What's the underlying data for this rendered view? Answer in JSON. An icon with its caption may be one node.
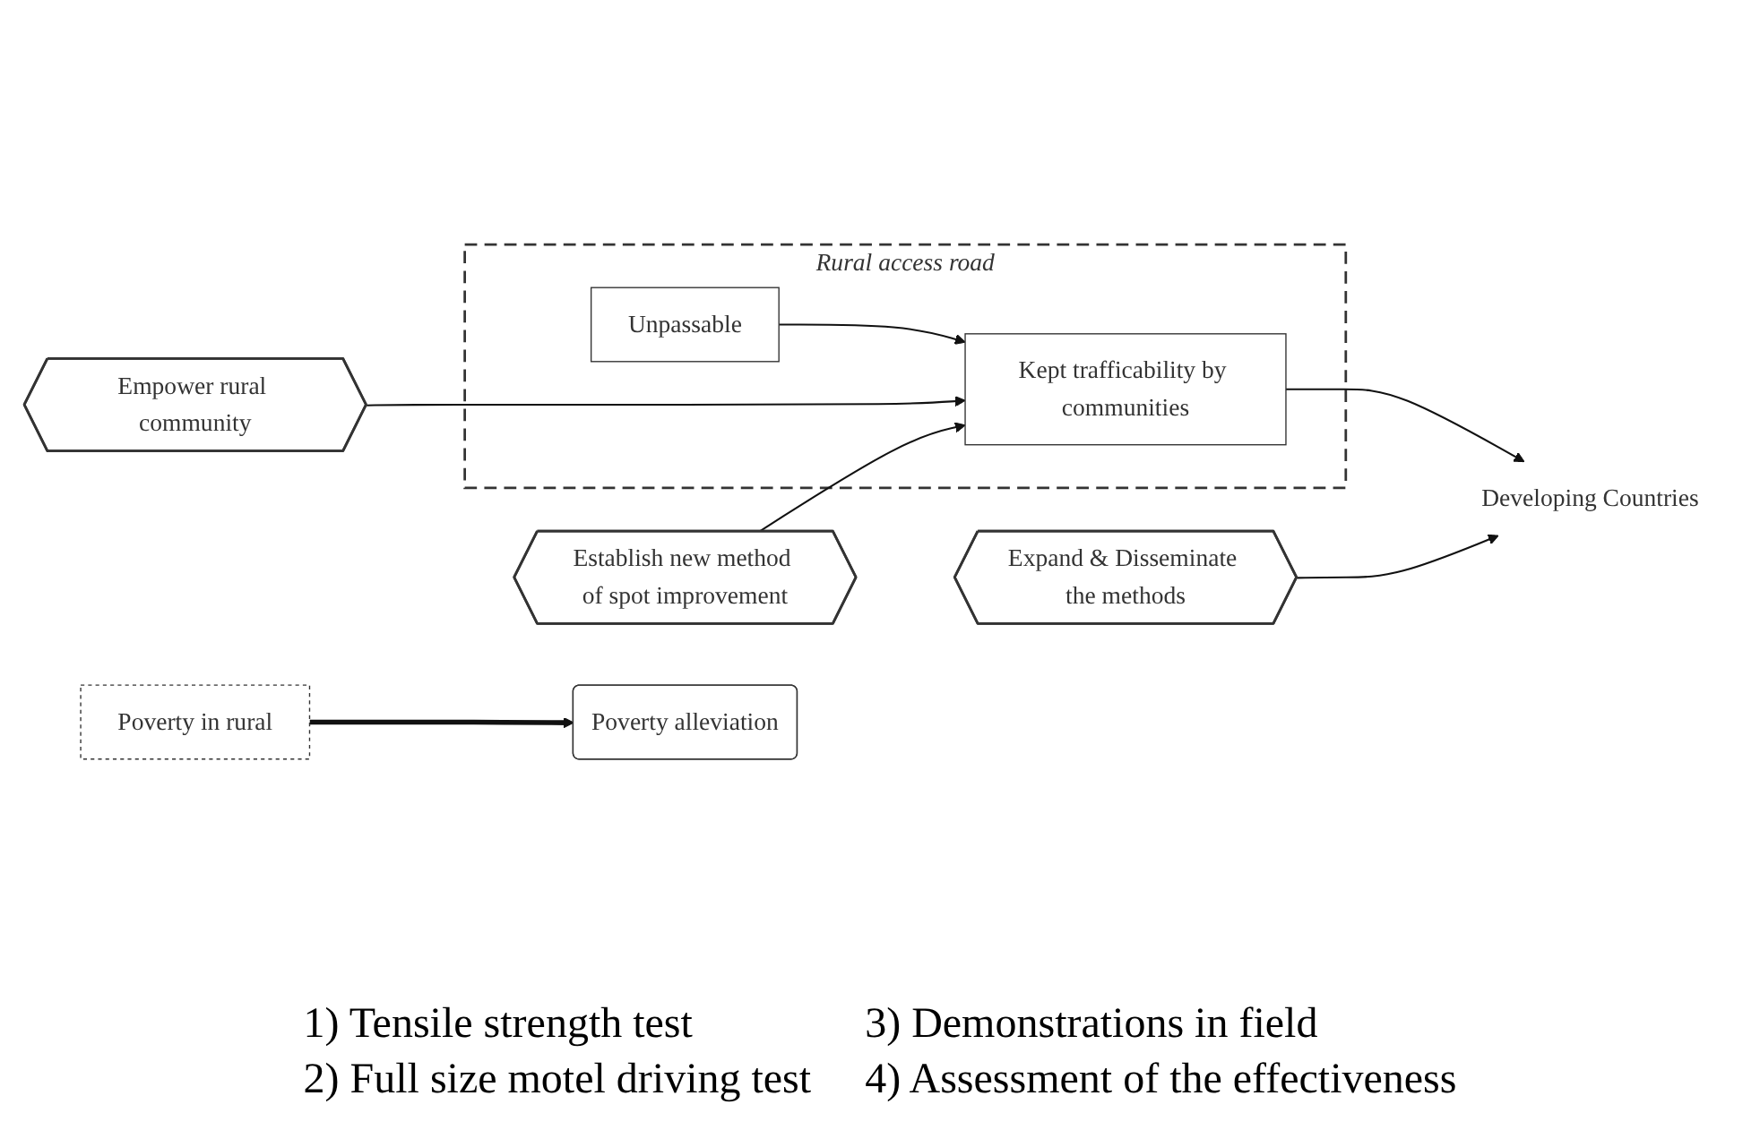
{
  "diagram": {
    "nodes": [
      {
        "text": [
          "Poverty in rural"
        ]
      },
      {
        "text": [
          "Poverty alleviation"
        ]
      },
      {
        "text": [
          "Rural access road"
        ]
      },
      {
        "text": [
          "Unpassable"
        ],
        "in": 2
      },
      {
        "text": [
          "Kept trafficability by communities"
        ],
        "in": 2
      },
      {
        "text": [
          "Developing Countries"
        ]
      },
      {
        "text": [
          "Establish new method of spot improvement"
        ]
      },
      {
        "text": [
          "Empower rural community"
        ]
      },
      {
        "text": [
          "Expand & Disseminate the methods"
        ]
      }
    ],
    "edges": [
      {
        "from": 0,
        "to": 1,
        "arrow": "to",
        "style": "thick"
      },
      {
        "from": 3,
        "to": 4,
        "arrow": "to"
      },
      {
        "from": 4,
        "to": 5,
        "arrow": "to"
      },
      {
        "from": 6,
        "to": 4,
        "arrow": "to"
      },
      {
        "from": 7,
        "to": 4,
        "arrow": "to"
      },
      {
        "from": 8,
        "to": 5,
        "arrow": "to"
      }
    ],
    "labels": [
      "1) Tensile strength test",
      "3) Demonstrations in field",
      "2) Full size motel driving test",
      "4) Assessment of the effectiveness"
    ]
  }
}
